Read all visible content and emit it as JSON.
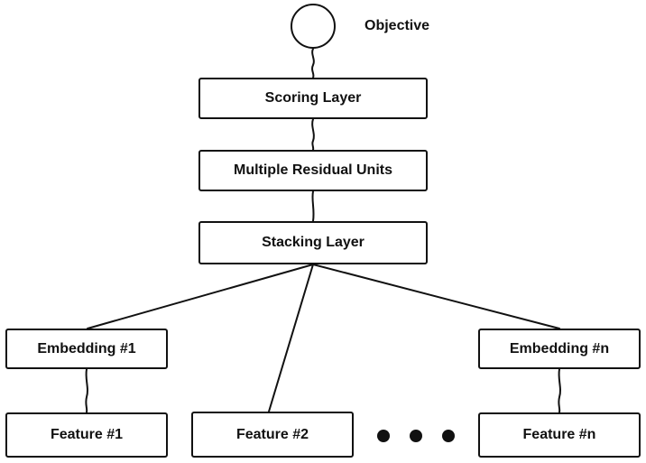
{
  "objective": {
    "label": "Objective"
  },
  "layers": {
    "scoring": "Scoring Layer",
    "residual": "Multiple Residual Units",
    "stacking": "Stacking Layer"
  },
  "embeddings": {
    "first": "Embedding #1",
    "last": "Embedding #n"
  },
  "features": {
    "first": "Feature #1",
    "second": "Feature #2",
    "last": "Feature #n"
  },
  "colors": {
    "stroke": "#111111",
    "background": "#ffffff"
  }
}
